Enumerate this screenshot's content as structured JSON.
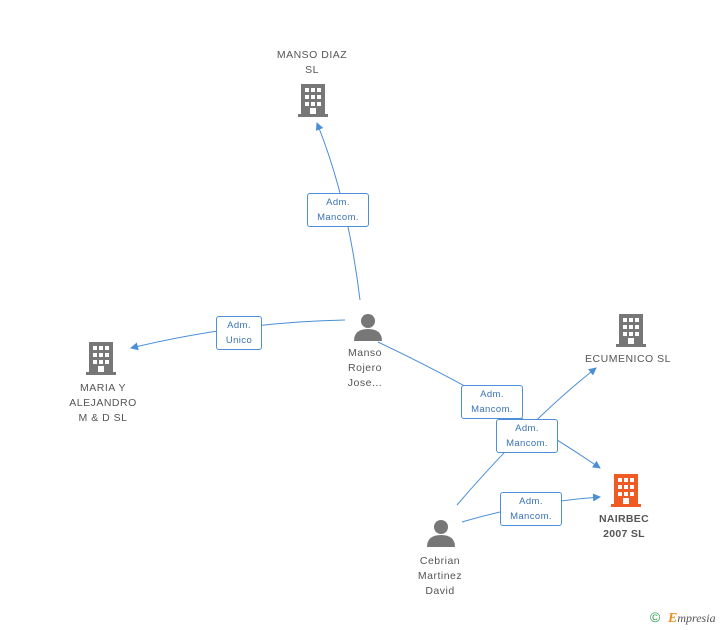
{
  "colors": {
    "edge": "#4a8fd8",
    "company": "#777777",
    "company_focus": "#f25a24",
    "person": "#777777"
  },
  "nodes": {
    "manso_diaz": {
      "label": "MANSO DIAZ\nSL",
      "icon": "building-icon"
    },
    "maria_alejandro": {
      "label": "MARIA Y\nALEJANDRO\nM & D SL",
      "icon": "building-icon"
    },
    "manso_rojero": {
      "label": "Manso\nRojero\nJose...",
      "icon": "person-icon"
    },
    "ecumenico": {
      "label": "ECUMENICO SL",
      "icon": "building-icon"
    },
    "nairbec": {
      "label": "NAIRBEC\n2007 SL",
      "icon": "building-icon"
    },
    "cebrian": {
      "label": "Cebrian\nMartinez\nDavid",
      "icon": "person-icon"
    }
  },
  "edges": {
    "e1": {
      "line1": "Adm.",
      "line2": "Mancom."
    },
    "e2": {
      "line1": "Adm.",
      "line2": "Unico"
    },
    "e3": {
      "line1": "Adm.",
      "line2": "Mancom."
    },
    "e4": {
      "line1": "Adm.",
      "line2": "Mancom."
    },
    "e5": {
      "line1": "Adm.",
      "line2": "Mancom."
    }
  },
  "brand": {
    "copyright": "©",
    "name_first": "E",
    "name_rest": "mpresia"
  }
}
